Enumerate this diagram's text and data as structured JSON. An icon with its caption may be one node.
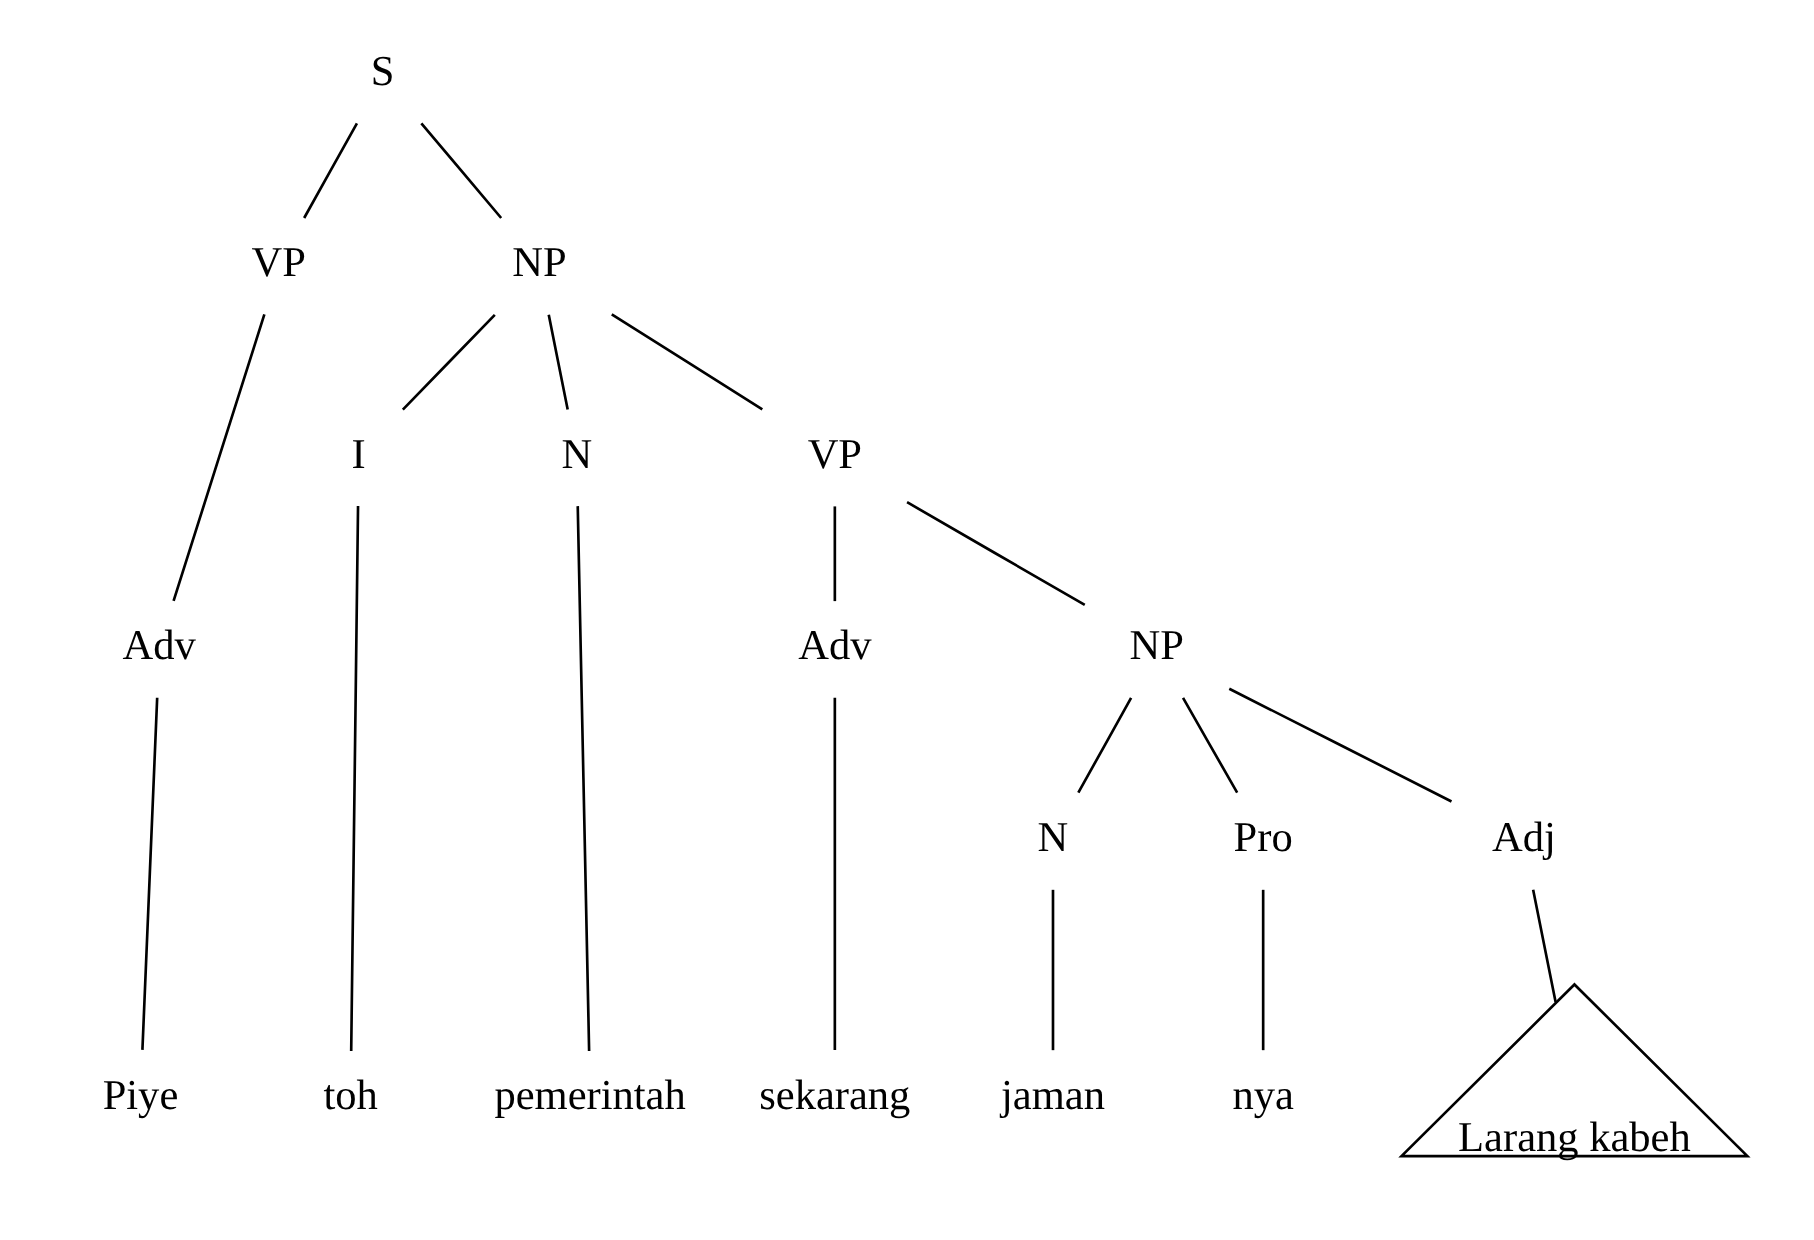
{
  "diagram": {
    "nodes": [
      {
        "text": [
          "S"
        ]
      },
      {
        "text": [
          "VP"
        ]
      },
      {
        "text": [
          "NP"
        ]
      },
      {
        "text": [
          "Adv"
        ]
      },
      {
        "text": [
          "I"
        ]
      },
      {
        "text": [
          "N"
        ]
      },
      {
        "text": [
          "VP"
        ]
      },
      {
        "text": [
          "Adv"
        ]
      },
      {
        "text": [
          "NP"
        ]
      },
      {
        "text": [
          "N"
        ]
      },
      {
        "text": [
          "Pro"
        ]
      },
      {
        "text": [
          "Adj"
        ]
      },
      {
        "text": [
          "Piye"
        ]
      },
      {
        "text": [
          "toh"
        ]
      },
      {
        "text": [
          "pemerintah"
        ]
      },
      {
        "text": [
          "sekarang"
        ]
      },
      {
        "text": [
          "jaman"
        ]
      },
      {
        "text": [
          "nya"
        ]
      },
      {
        "text": [
          "Larang kabeh"
        ]
      }
    ],
    "edges": [
      {
        "from": 0,
        "to": 1,
        "arrow": "none"
      },
      {
        "from": 0,
        "to": 2,
        "arrow": "none"
      },
      {
        "from": 1,
        "to": 3,
        "arrow": "none"
      },
      {
        "from": 2,
        "to": 4,
        "arrow": "none"
      },
      {
        "from": 2,
        "to": 5,
        "arrow": "none"
      },
      {
        "from": 2,
        "to": 6,
        "arrow": "none"
      },
      {
        "from": 6,
        "to": 7,
        "arrow": "none"
      },
      {
        "from": 6,
        "to": 8,
        "arrow": "none"
      },
      {
        "from": 8,
        "to": 9,
        "arrow": "none"
      },
      {
        "from": 8,
        "to": 10,
        "arrow": "none"
      },
      {
        "from": 8,
        "to": 11,
        "arrow": "none"
      },
      {
        "from": 3,
        "to": 12,
        "arrow": "none"
      },
      {
        "from": 4,
        "to": 13,
        "arrow": "none"
      },
      {
        "from": 5,
        "to": 14,
        "arrow": "none"
      },
      {
        "from": 7,
        "to": 15,
        "arrow": "none"
      },
      {
        "from": 9,
        "to": 16,
        "arrow": "none"
      },
      {
        "from": 10,
        "to": 17,
        "arrow": "none"
      },
      {
        "from": 11,
        "to": 18,
        "arrow": "none"
      }
    ]
  }
}
